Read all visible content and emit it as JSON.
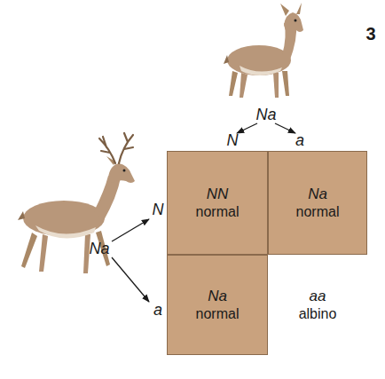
{
  "diagram": {
    "nodes": [
      {
        "text": [
          "NN",
          "normal"
        ]
      },
      {
        "text": [
          "Na",
          "normal"
        ]
      },
      {
        "text": [
          "Na",
          "normal"
        ]
      },
      {
        "text": [
          "aa",
          "albino"
        ]
      }
    ],
    "labels": [
      "3",
      "Na",
      "N",
      "a",
      "Na",
      "N",
      "a"
    ]
  }
}
